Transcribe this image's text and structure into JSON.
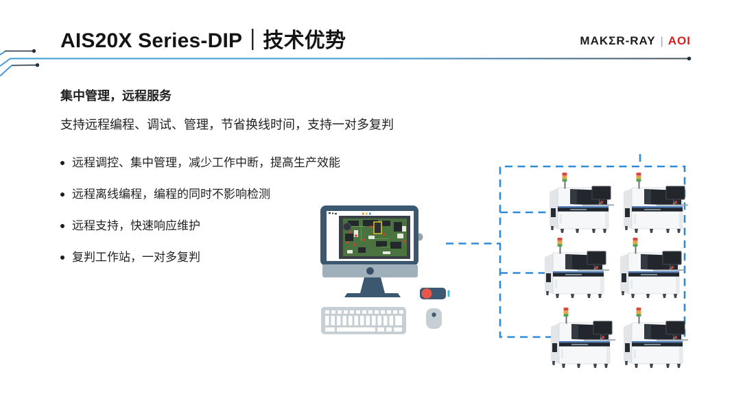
{
  "header": {
    "title": "AIS20X Series-DIP｜技术优势",
    "logo": {
      "brand": "MAKΣR-RAY",
      "divider": "|",
      "product": "AOI",
      "product_color": "#d0231f"
    }
  },
  "content": {
    "heading": "集中管理，远程服务",
    "subtitle": "支持远程编程、调试、管理，节省换线时间，支持一对多复判",
    "bullets": [
      "远程调控、集中管理，减少工作中断，提高生产效能",
      "远程离线编程，编程的同时不影响检测",
      "远程支持，快速响应维护",
      "复判工作站，一对多复判"
    ]
  },
  "illustration": {
    "workstation_icons": [
      "desktop-computer-icon",
      "pcb-inspection-screenshot",
      "keyboard-icon",
      "mouse-icon",
      "usb-drive-icon"
    ],
    "network": {
      "style": "dashed",
      "machine_icon": "aoi-machine-icon",
      "machine_count": 6,
      "grid": "2x3"
    }
  },
  "colors": {
    "dashed_line_blue": "#2e8ad6",
    "decor_line_blue": "#3f9bd8",
    "decor_line_dark": "#3b4854",
    "brand_red": "#d0231f",
    "monitor_slate": "#3c5770",
    "tower_red": "#d84b3e",
    "tower_orange": "#e5a43c",
    "tower_green": "#56a052"
  }
}
